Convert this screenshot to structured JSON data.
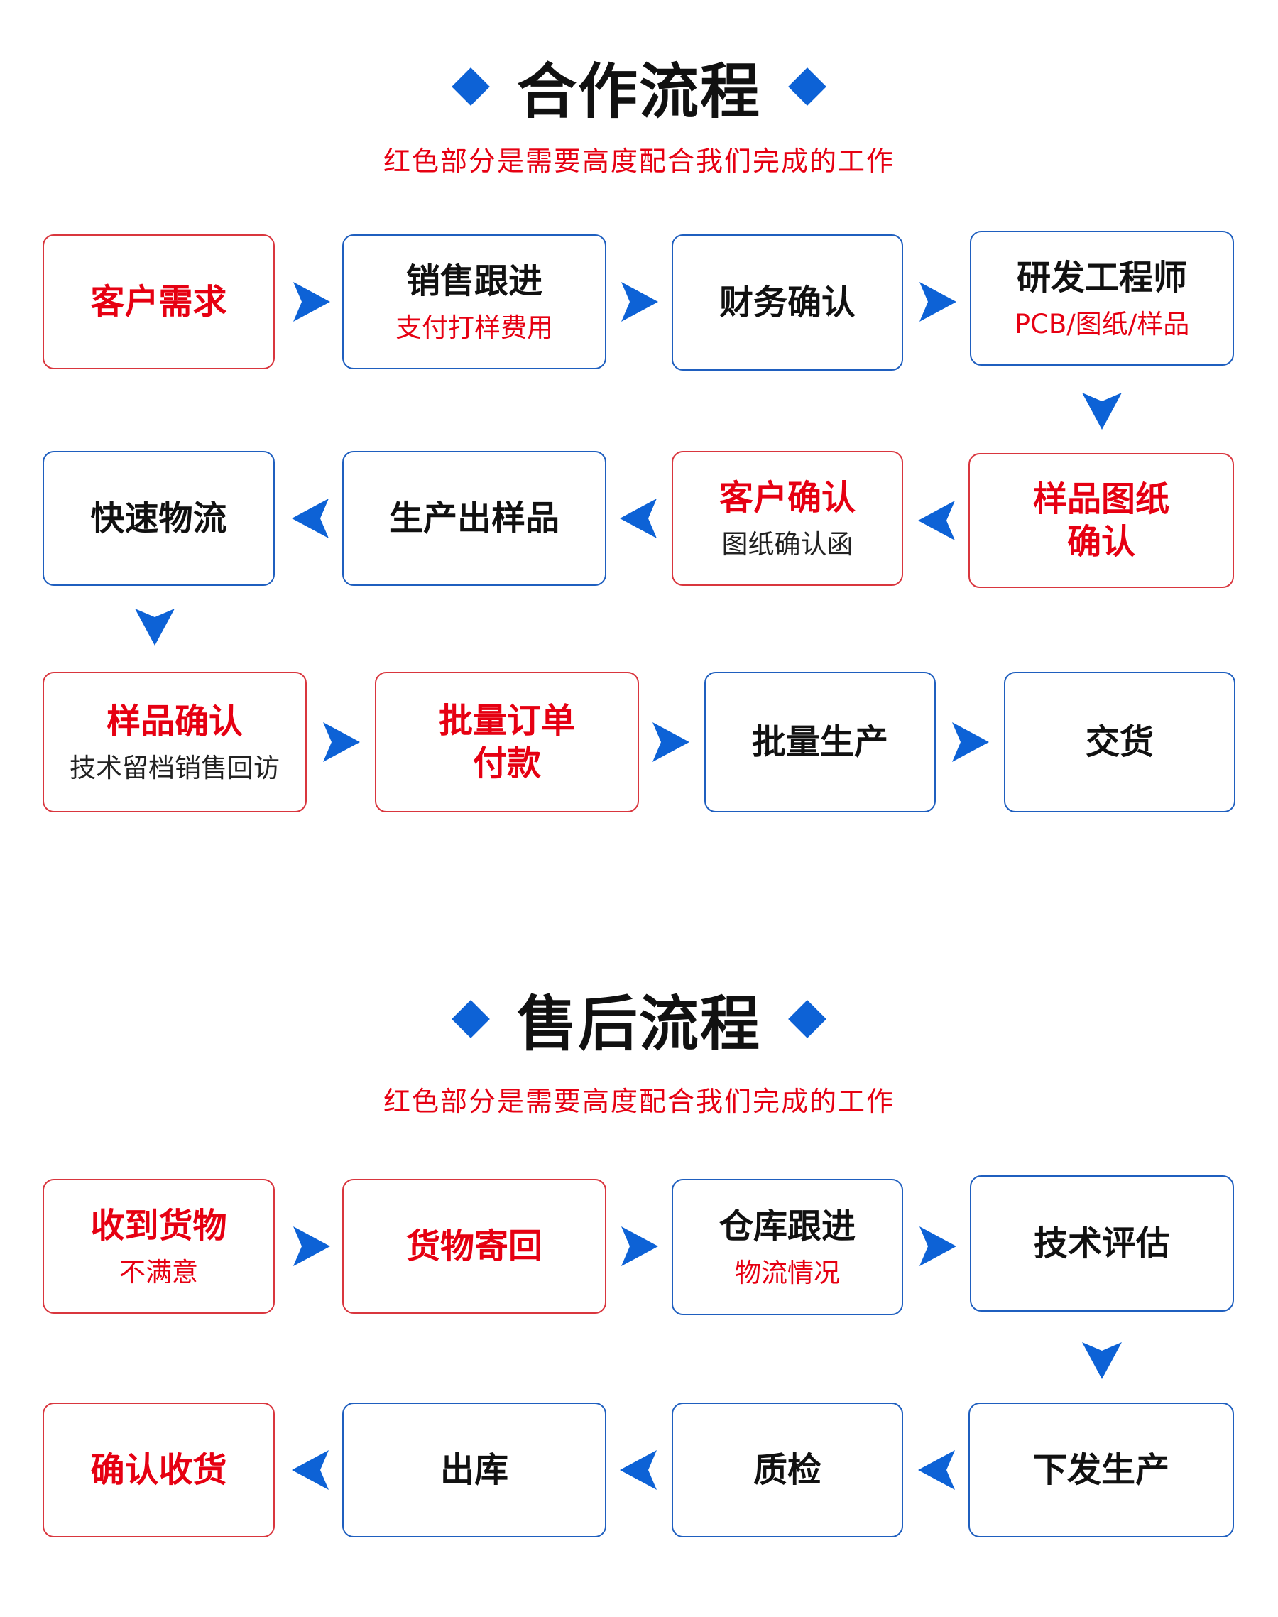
{
  "accent_color": "#0d62d6",
  "highlight_color": "#e60012",
  "cooperation": {
    "title": "合作流程",
    "subtitle": "红色部分是需要高度配合我们完成的工作",
    "steps": [
      {
        "main": "客户需求",
        "sub": "",
        "red": true
      },
      {
        "main": "销售跟进",
        "sub": "支付打样费用",
        "red": false
      },
      {
        "main": "财务确认",
        "sub": "",
        "red": false
      },
      {
        "main": "研发工程师",
        "sub": "PCB/图纸/样品",
        "red": false
      },
      {
        "main": "样品图纸\n确认",
        "sub": "",
        "red": true
      },
      {
        "main": "客户确认",
        "sub": "图纸确认函",
        "red": true
      },
      {
        "main": "生产出样品",
        "sub": "",
        "red": false
      },
      {
        "main": "快速物流",
        "sub": "",
        "red": false
      },
      {
        "main": "样品确认",
        "sub": "技术留档销售回访",
        "red": true
      },
      {
        "main": "批量订单\n付款",
        "sub": "",
        "red": true
      },
      {
        "main": "批量生产",
        "sub": "",
        "red": false
      },
      {
        "main": "交货",
        "sub": "",
        "red": false
      }
    ]
  },
  "aftersales": {
    "title": "售后流程",
    "subtitle": "红色部分是需要高度配合我们完成的工作",
    "steps": [
      {
        "main": "收到货物",
        "sub": "不满意",
        "red": true
      },
      {
        "main": "货物寄回",
        "sub": "",
        "red": true
      },
      {
        "main": "仓库跟进",
        "sub": "物流情况",
        "red": false
      },
      {
        "main": "技术评估",
        "sub": "",
        "red": false
      },
      {
        "main": "下发生产",
        "sub": "",
        "red": false
      },
      {
        "main": "质检",
        "sub": "",
        "red": false
      },
      {
        "main": "出库",
        "sub": "",
        "red": false
      },
      {
        "main": "确认收货",
        "sub": "",
        "red": true
      }
    ]
  }
}
